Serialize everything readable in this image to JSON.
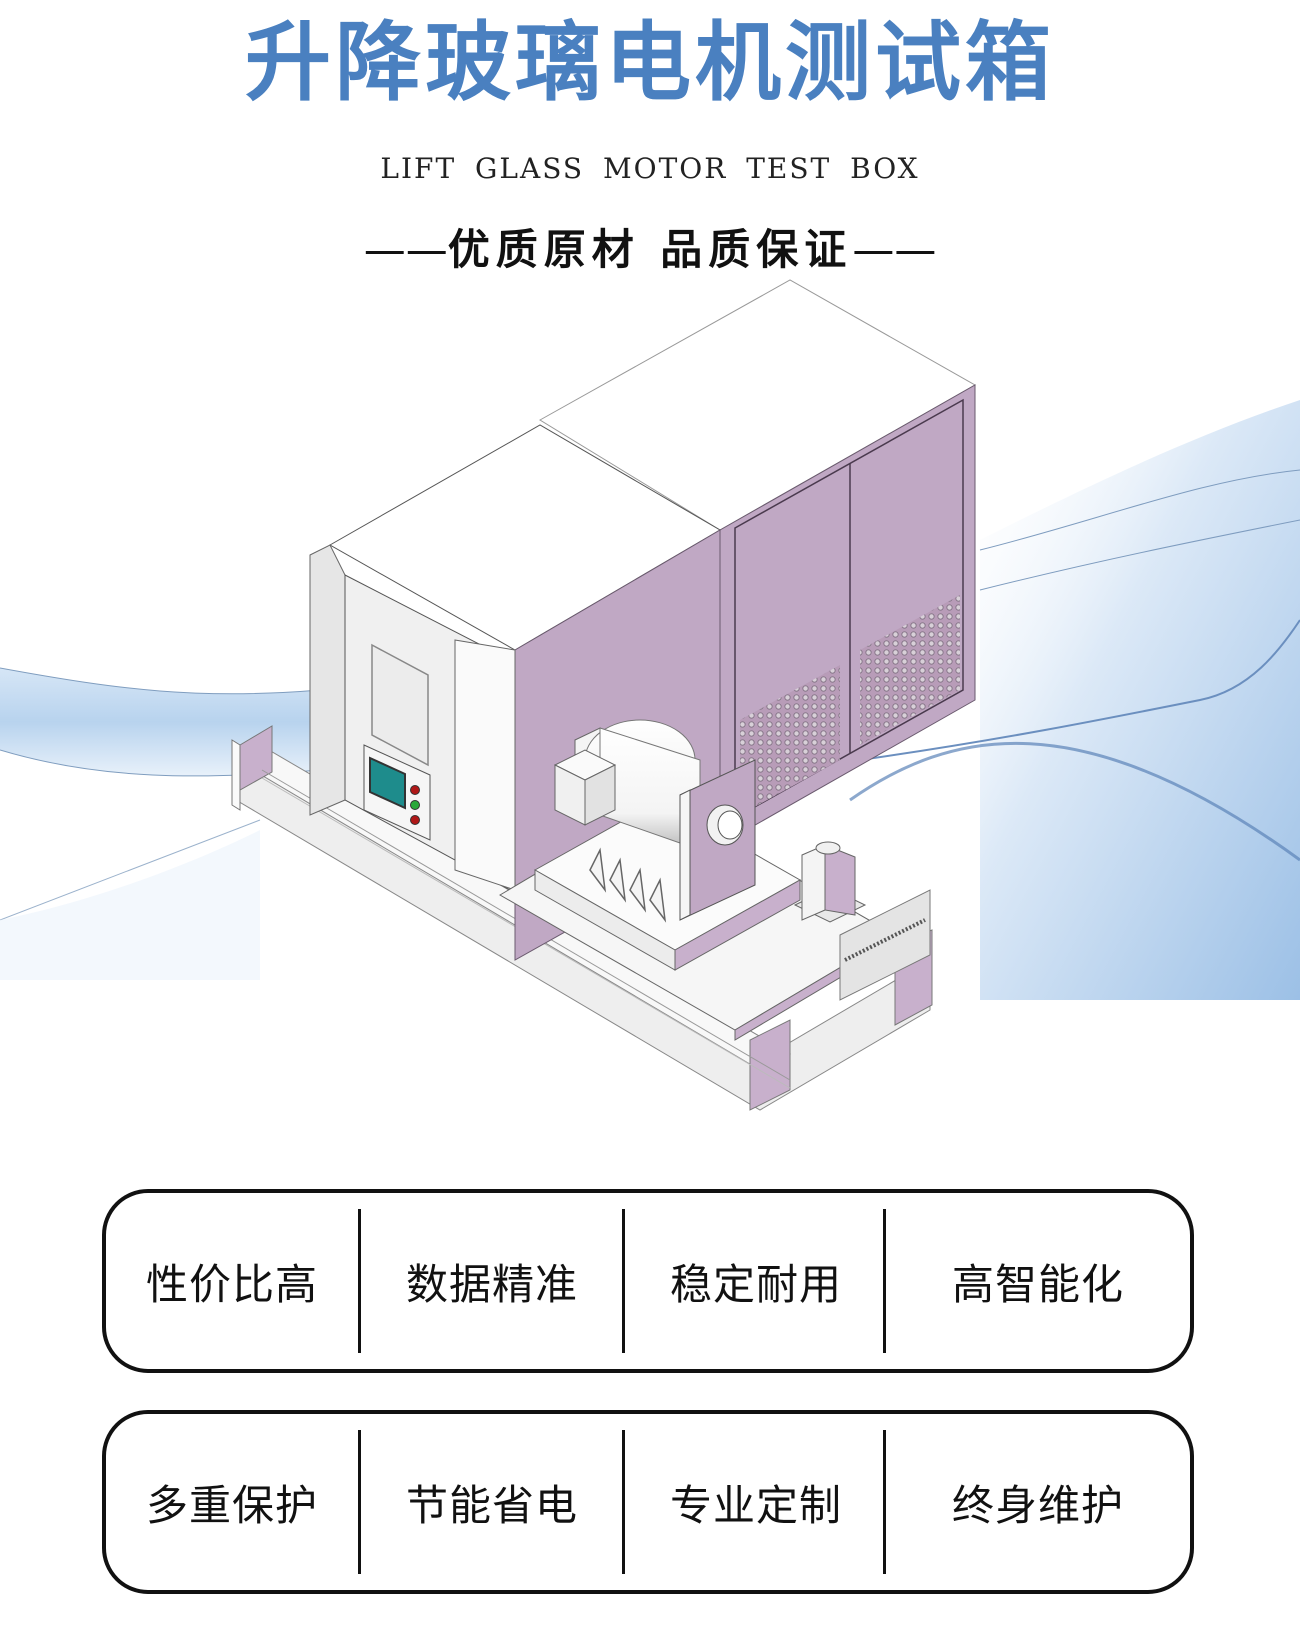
{
  "header": {
    "title": "升降玻璃电机测试箱",
    "subtitle_en": "LIFT GLASS MOTOR TEST BOX",
    "slogan_dash_left": "——",
    "slogan": "优质原材 品质保证",
    "slogan_dash_right": "——"
  },
  "colors": {
    "title_blue": "#4a80c0",
    "panel_purple": "#c0a8c4",
    "panel_white": "#f2f2f2",
    "screen_teal": "#1e8c8c",
    "wave_blue": "#b8d4ee",
    "border_black": "#111111"
  },
  "illustration": {
    "subject": "lift glass motor test box machine (isometric CAD render)",
    "control_panel": {
      "screen": "touch-screen",
      "buttons": [
        "red",
        "green",
        "red"
      ]
    }
  },
  "features": {
    "row1": [
      "性价比高",
      "数据精准",
      "稳定耐用",
      "高智能化"
    ],
    "row2": [
      "多重保护",
      "节能省电",
      "专业定制",
      "终身维护"
    ]
  }
}
